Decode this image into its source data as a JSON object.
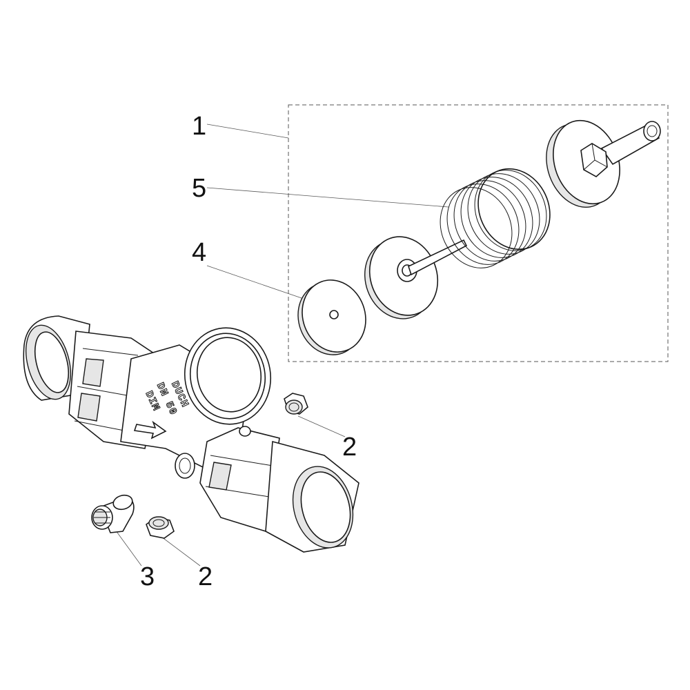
{
  "callouts": {
    "c1": "1",
    "c5": "5",
    "c4": "4",
    "c2a": "2",
    "c2b": "2",
    "c3": "3"
  },
  "body_marking": {
    "line1": "DUCH",
    "line2": "DN 50",
    "line3": "DIM"
  },
  "colors": {
    "outline": "#1a1a1a",
    "shade": "#e6e6e6",
    "leader": "#555555"
  }
}
